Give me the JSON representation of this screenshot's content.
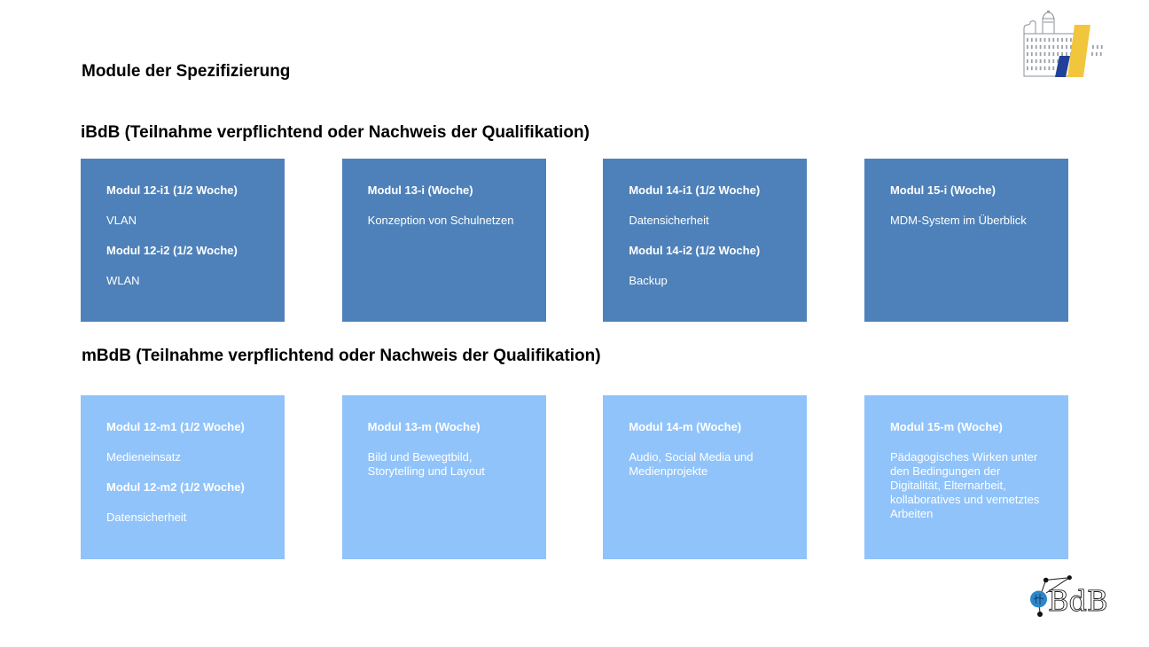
{
  "slide": {
    "background": "#ffffff",
    "title": "Module der Spezifizierung"
  },
  "sections": [
    {
      "heading": "iBdB (Teilnahme verpflichtend oder Nachweis der Qualifikation)",
      "box_color": "#4E81B9",
      "text_color": "#FFFFFF",
      "boxes": [
        {
          "lines": [
            {
              "text": "Modul 12-i1 (1/2 Woche)",
              "style": "bold"
            },
            {
              "text": "VLAN",
              "style": "regular"
            },
            {
              "text": "Modul 12-i2 (1/2 Woche)",
              "style": "bold"
            },
            {
              "text": "WLAN",
              "style": "regular"
            }
          ]
        },
        {
          "lines": [
            {
              "text": "Modul 13-i (Woche)",
              "style": "bold"
            },
            {
              "text": "Konzeption von Schulnetzen",
              "style": "regular"
            }
          ]
        },
        {
          "lines": [
            {
              "text": "Modul 14-i1 (1/2 Woche)",
              "style": "bold"
            },
            {
              "text": "Datensicherheit",
              "style": "regular"
            },
            {
              "text": "Modul 14-i2 (1/2 Woche)",
              "style": "bold"
            },
            {
              "text": "Backup",
              "style": "regular"
            }
          ]
        },
        {
          "lines": [
            {
              "text": "Modul 15-i (Woche)",
              "style": "bold"
            },
            {
              "text": "MDM-System im Überblick",
              "style": "regular"
            }
          ]
        }
      ]
    },
    {
      "heading": "mBdB (Teilnahme verpflichtend oder Nachweis der Qualifikation)",
      "box_color": "#90C3FA",
      "text_color": "#FFFFFF",
      "boxes": [
        {
          "lines": [
            {
              "text": "Modul 12-m1 (1/2 Woche)",
              "style": "bold"
            },
            {
              "text": "Medieneinsatz",
              "style": "regular"
            },
            {
              "text": "Modul 12-m2 (1/2 Woche)",
              "style": "bold"
            },
            {
              "text": "Datensicherheit",
              "style": "regular"
            }
          ]
        },
        {
          "lines": [
            {
              "text": "Modul 13-m (Woche)",
              "style": "bold"
            },
            {
              "text": "Bild und Bewegtbild, Storytelling und Layout",
              "style": "regular"
            }
          ]
        },
        {
          "lines": [
            {
              "text": "Modul 14-m (Woche)",
              "style": "bold"
            },
            {
              "text": "Audio, Social Media und Medienprojekte",
              "style": "regular"
            }
          ]
        },
        {
          "lines": [
            {
              "text": "Modul 15-m (Woche)",
              "style": "bold"
            },
            {
              "text": "Pädagogisches Wirken unter den Bedingungen der Digitalität, Elternarbeit, kollaboratives und vernetztes Arbeiten",
              "style": "regular"
            }
          ]
        }
      ]
    }
  ],
  "logos": {
    "top_right": {
      "name": "academy-building-logo",
      "building_color": "#8A9099",
      "bar_yellow": "#F2C63C",
      "bar_blue": "#21409A"
    },
    "bottom_right": {
      "name": "ibdb-logo",
      "letters": "BdB",
      "node_color": "#2E86C8",
      "line_color": "#1C1C1C"
    }
  }
}
